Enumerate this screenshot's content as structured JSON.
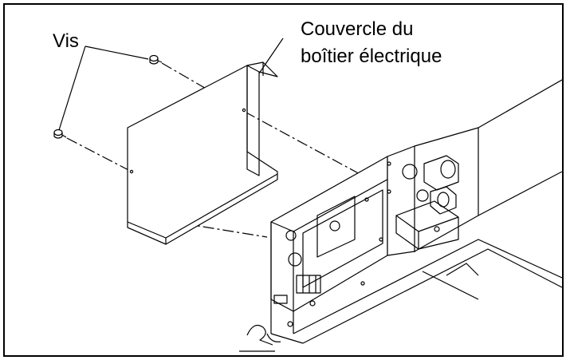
{
  "labels": {
    "screws": "Vis",
    "cover_line1": "Couvercle du",
    "cover_line2": "boîtier électrique"
  }
}
